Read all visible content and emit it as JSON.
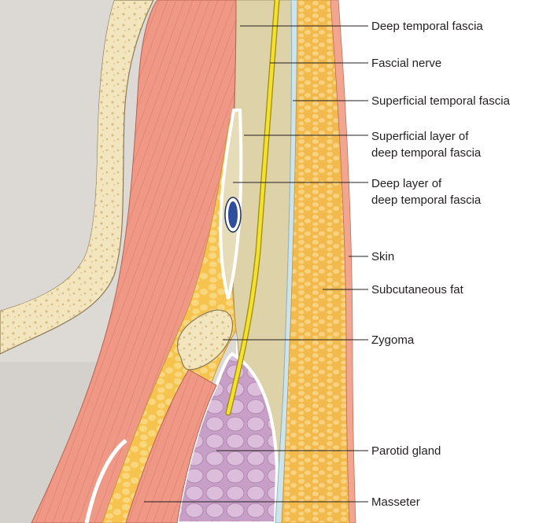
{
  "labels": [
    {
      "id": "deep-temporal-fascia",
      "lines": [
        "Deep temporal fascia"
      ]
    },
    {
      "id": "fascial-nerve",
      "lines": [
        "Fascial nerve"
      ]
    },
    {
      "id": "superficial-temporal-fascia",
      "lines": [
        "Superficial temporal fascia"
      ]
    },
    {
      "id": "superficial-layer",
      "lines": [
        "Superficial layer of",
        "deep temporal fascia"
      ]
    },
    {
      "id": "deep-layer",
      "lines": [
        "Deep layer of",
        "deep temporal fascia"
      ]
    },
    {
      "id": "skin",
      "lines": [
        "Skin"
      ]
    },
    {
      "id": "subcutaneous-fat",
      "lines": [
        "Subcutaneous fat"
      ]
    },
    {
      "id": "zygoma",
      "lines": [
        "Zygoma"
      ]
    },
    {
      "id": "parotid-gland",
      "lines": [
        "Parotid gland"
      ]
    },
    {
      "id": "masseter",
      "lines": [
        "Masseter"
      ]
    }
  ],
  "colors": {
    "bone": "#f3e7c4",
    "muscle": "#ef9a8a",
    "fat": "#f6c24a",
    "fascia": "#ddd4aa",
    "gland": "#c9a5c9",
    "nerve": "#f2df2a",
    "vessel": "#2f4f9e",
    "skin": "#f2a58f",
    "cavity": "#dedcd8"
  }
}
